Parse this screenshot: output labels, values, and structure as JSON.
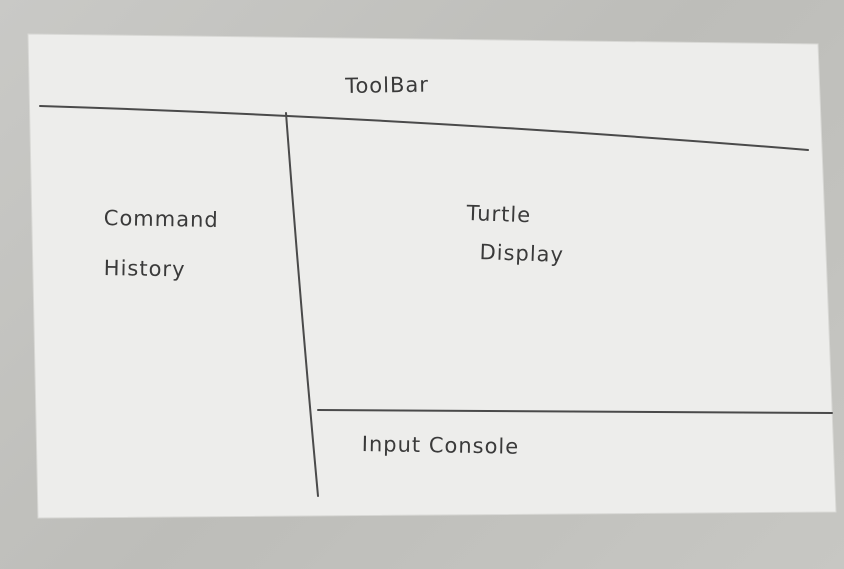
{
  "sketch": {
    "regions": {
      "toolbar": "ToolBar",
      "command_history": [
        "Command",
        "History"
      ],
      "turtle_display": [
        "Turtle",
        "Display"
      ],
      "input_console": "Input Console"
    },
    "colors": {
      "paper": "#ededeb",
      "ink": "#3a3a3a",
      "background": "#c4c4c0"
    }
  }
}
